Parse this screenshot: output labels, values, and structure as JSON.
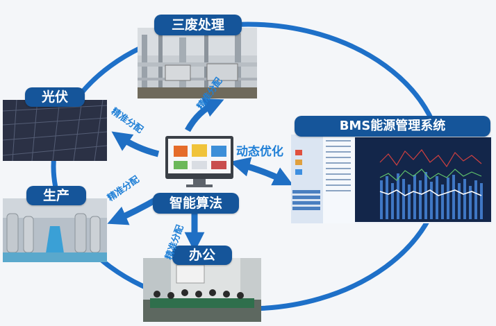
{
  "center": {
    "label": "智能算法"
  },
  "nodes": {
    "waste": {
      "label": "三废处理"
    },
    "pv": {
      "label": "光伏"
    },
    "prod": {
      "label": "生产"
    },
    "office": {
      "label": "办公"
    },
    "bms": {
      "label": "BMS能源管理系统"
    }
  },
  "edges": {
    "to_waste": "精准分配",
    "to_pv": "精准分配",
    "to_prod": "精准分配",
    "to_office": "精准分配",
    "to_bms": "动态优化"
  },
  "colors": {
    "ring": "#1e70c8",
    "tag": "#15559a",
    "arrow": "#1f6fc4",
    "edge_label": "#1f7fd6"
  }
}
